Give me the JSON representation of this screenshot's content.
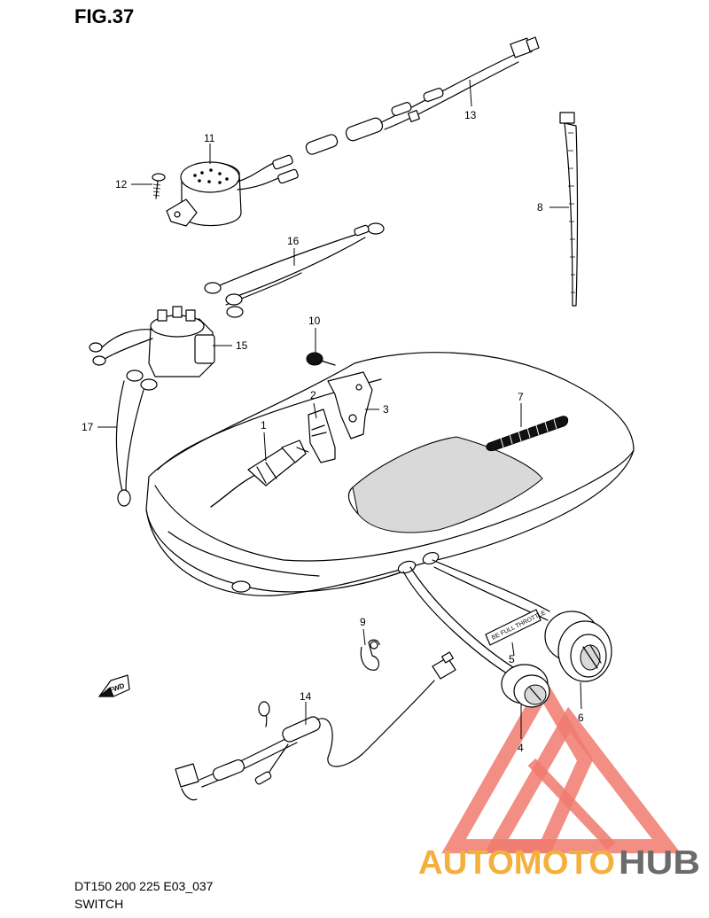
{
  "figure": {
    "title": "FIG.37",
    "code": "DT150 200 225 E03_037",
    "name": "SWITCH"
  },
  "fwd_label": "FWD",
  "decal_text": "BE FULL THROTTLE",
  "callouts": [
    "1",
    "2",
    "3",
    "4",
    "5",
    "6",
    "7",
    "8",
    "9",
    "10",
    "11",
    "12",
    "13",
    "14",
    "15",
    "16",
    "17"
  ],
  "watermark": {
    "brand_part1": "AUTOMOTO",
    "brand_part2": "HUB",
    "colors": {
      "triangle": "#f07a6f",
      "part1": "#f3b03c",
      "part2": "#6b6b6b"
    }
  }
}
